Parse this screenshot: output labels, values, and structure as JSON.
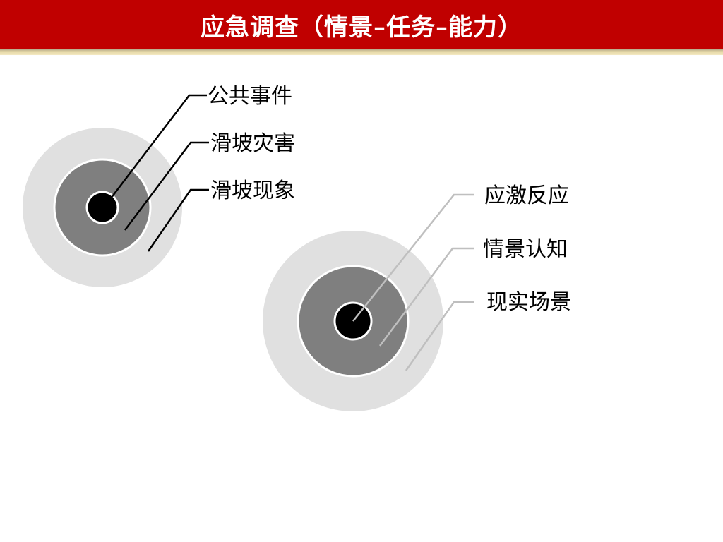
{
  "title": "应急调查（情景–任务–能力）",
  "colors": {
    "title_bar": "#c00000",
    "outer_ring": "#e0e0e0",
    "middle_ring": "#7f7f7f",
    "core": "#000000",
    "left_leader": "#000000",
    "right_leader": "#bfbfbf"
  },
  "diagrams": [
    {
      "name": "left",
      "labels": [
        "公共事件",
        "滑坡灾害",
        "滑坡现象"
      ]
    },
    {
      "name": "right",
      "labels": [
        "应激反应",
        "情景认知",
        "现实场景"
      ]
    }
  ]
}
